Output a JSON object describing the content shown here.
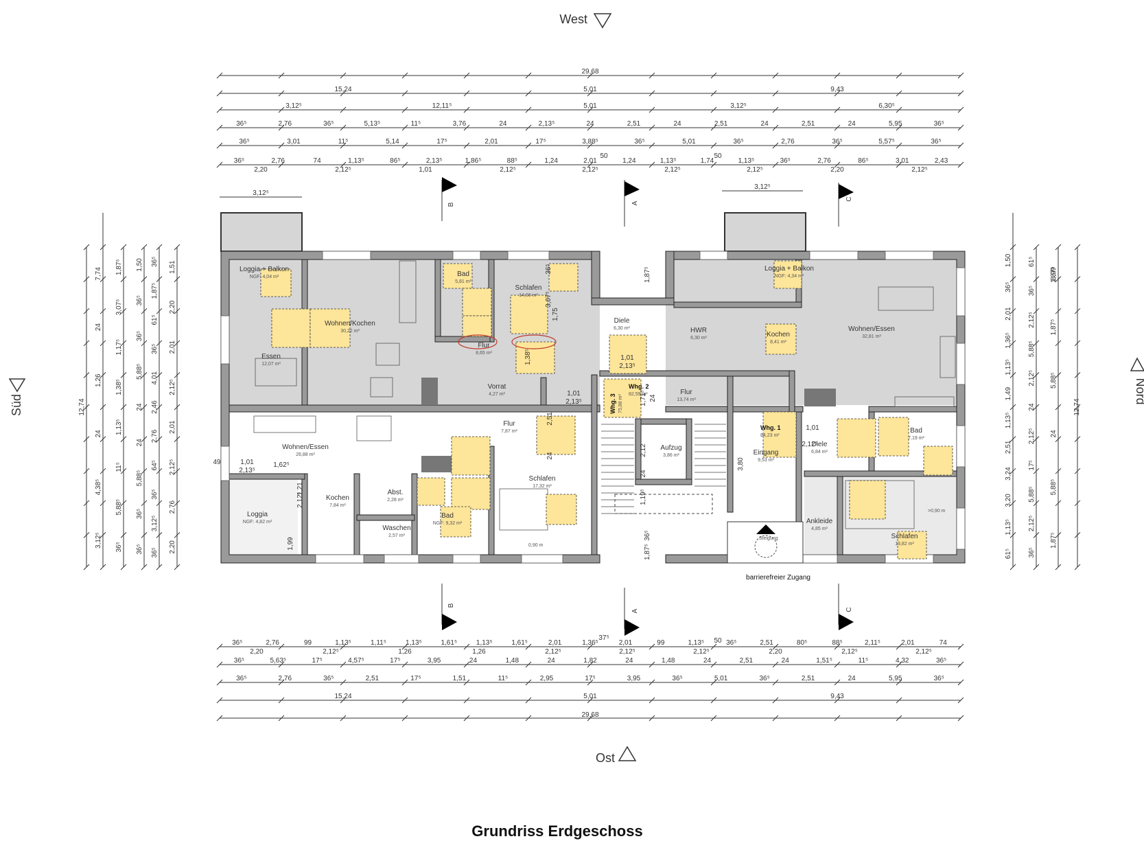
{
  "title": "Grundriss Erdgeschoss",
  "compass": {
    "west": "West",
    "ost": "Ost",
    "sued": "Süd",
    "nord": "Nord"
  },
  "section_marks": [
    "B",
    "A",
    "C"
  ],
  "dims_top": {
    "total": "29,68",
    "row2": [
      "15,24",
      "5,01",
      "9,43"
    ],
    "row3": [
      "3,12⁵",
      "12,11⁵",
      "5,01",
      "3,12⁵",
      "6,30⁵"
    ],
    "row4": [
      "36⁵",
      "2,76",
      "36⁵",
      "5,13⁵",
      "11⁵",
      "3,76",
      "24",
      "2,13⁵",
      "24",
      "2,51",
      "24",
      "2,51",
      "24",
      "2,51",
      "24",
      "5,95",
      "36⁵"
    ],
    "row5": [
      "36⁵",
      "3,01",
      "11⁵",
      "5,14",
      "17⁵",
      "2,01",
      "17⁵",
      "3,88⁵",
      "36⁵",
      "5,01",
      "36⁵",
      "2,76",
      "36⁵",
      "5,57⁵",
      "36⁵"
    ],
    "row6": [
      "36⁵",
      "2,76",
      "74",
      "1,13⁵",
      "86⁵",
      "2,13⁵",
      "1,86⁵",
      "88⁵",
      "1,24",
      "2,01",
      "1,24",
      "1,13⁵",
      "1,74",
      "1,13⁵",
      "36⁵",
      "2,76",
      "86⁵",
      "3,01",
      "2,43"
    ],
    "row6b": [
      "2,20",
      "2,12⁵",
      "1,01",
      "2,12⁵",
      "2,12⁵",
      "2,12⁵",
      "2,12⁵",
      "2,20",
      "2,12⁵"
    ],
    "marks50": [
      "50",
      "50"
    ],
    "loggia_width": "3,12⁵"
  },
  "dims_bottom": {
    "total": "29,68",
    "row2": [
      "15,24",
      "5,01",
      "9,43"
    ],
    "row3": [
      "36⁵",
      "2,76",
      "36⁵",
      "2,51",
      "17⁵",
      "1,51",
      "11⁵",
      "2,95",
      "17⁵",
      "3,95",
      "36⁵",
      "5,01",
      "36⁵",
      "2,51",
      "24",
      "5,95",
      "36⁵"
    ],
    "row4": [
      "36⁵",
      "5,63⁵",
      "17⁵",
      "4,57⁵",
      "17⁵",
      "3,95",
      "24",
      "1,48",
      "24",
      "1,82",
      "24",
      "1,48",
      "24",
      "2,51",
      "24",
      "1,51⁵",
      "11⁵",
      "4,32",
      "36⁵"
    ],
    "row5": [
      "36⁵",
      "2,76",
      "99",
      "1,13⁵",
      "1,11⁵",
      "1,13⁵",
      "1,61⁵",
      "1,13⁵",
      "1,61⁵",
      "2,01",
      "1,36⁵",
      "2,01",
      "99",
      "1,13⁵",
      "36⁵",
      "2,51",
      "80⁵",
      "88⁵",
      "2,11⁵",
      "2,01",
      "74"
    ],
    "row5b": [
      "2,20",
      "2,12⁵",
      "1,26",
      "1,26",
      "2,12⁵",
      "2,12⁵",
      "2,12⁵",
      "2,20",
      "2,12⁵",
      "2,12⁵"
    ],
    "marks": [
      "37⁵",
      "50"
    ]
  },
  "dims_left": {
    "total": "12,74",
    "col2": [
      "7,74",
      "24",
      "1,26",
      "24",
      "4,38⁵",
      "3,12⁵"
    ],
    "col3": [
      "1,87⁵",
      "3,07⁵",
      "1,17⁵",
      "1,38⁵",
      "1,13⁵",
      "11⁵",
      "5,88⁵",
      "36⁵"
    ],
    "col4": [
      "1,50",
      "36⁵",
      "36⁵",
      "5,88⁵",
      "24",
      "24",
      "5,88⁵",
      "36⁵",
      "36⁵"
    ],
    "col5": [
      "36⁵",
      "1,87⁵",
      "61⁵",
      "36⁵",
      "4,01",
      "2,46",
      "2,76",
      "64⁵",
      "36⁵",
      "3,12⁵",
      "36⁵"
    ],
    "col6": [
      "1,51",
      "2,20",
      "2,01",
      "2,12⁵",
      "2,01",
      "2,12⁵",
      "2,76",
      "2,20"
    ]
  },
  "dims_right": {
    "total": "12,74",
    "col2": [
      "8,99",
      "1,87⁵",
      "5,88⁵",
      "24",
      "5,88⁵",
      "1,87⁵"
    ],
    "col3": [
      "1,50",
      "36⁵",
      "2,01",
      "1,36⁵",
      "1,13⁵",
      "1,49",
      "1,13⁵",
      "2,51",
      "3,24",
      "3,20",
      "1,13⁵",
      "61⁵"
    ],
    "col4": [
      "61⁵",
      "36⁵",
      "2,12⁵",
      "5,88⁵",
      "2,12⁵",
      "24",
      "2,12⁵",
      "17⁵",
      "5,88⁵",
      "2,12⁵",
      "36⁵"
    ]
  },
  "rooms": [
    {
      "name": "Loggia + Balkon",
      "area": "NGF: 4,04 m²"
    },
    {
      "name": "Wohnen/Kochen",
      "area": "30,22 m²"
    },
    {
      "name": "Bad",
      "area": "5,81 m²"
    },
    {
      "name": "Schlafen",
      "area": "14,68 m²"
    },
    {
      "name": "Essen",
      "area": "12,07 m²"
    },
    {
      "name": "Flur",
      "area": "8,65 m²"
    },
    {
      "name": "Vorrat",
      "area": "4,27 m²"
    },
    {
      "name": "Diele",
      "area": "6,30 m²"
    },
    {
      "name": "HWR",
      "area": "6,30 m²"
    },
    {
      "name": "Kochen",
      "area": "8,41 m²"
    },
    {
      "name": "Wohnen/Essen",
      "area": "32,81 m²"
    },
    {
      "name": "Loggia + Balkon",
      "area": "NGF: 4,34 m²"
    },
    {
      "name": "Flur",
      "area": "13,74 m²"
    },
    {
      "name": "Wohnen/Essen",
      "area": "26,88 m²"
    },
    {
      "name": "Flur",
      "area": "7,87 m²"
    },
    {
      "name": "Schlafen",
      "area": "17,32 m²"
    },
    {
      "name": "Aufzug",
      "area": "3,86 m²"
    },
    {
      "name": "Eingang",
      "area": "9,53 m²"
    },
    {
      "name": "Diele",
      "area": "6,84 m²"
    },
    {
      "name": "Bad",
      "area": "7,19 m²"
    },
    {
      "name": "Loggia",
      "area": "NGF: 4,82 m²"
    },
    {
      "name": "Kochen",
      "area": "7,84 m²"
    },
    {
      "name": "Abst.",
      "area": "2,28 m²"
    },
    {
      "name": "Bad",
      "area": "NGF: 9,32 m²"
    },
    {
      "name": "Waschen",
      "area": "2,57 m²"
    },
    {
      "name": "Ankleide",
      "area": "4,85 m²"
    },
    {
      "name": "Schlafen",
      "area": "13,82 m²"
    }
  ],
  "units": [
    {
      "tag": "Whg. 3",
      "area": "75,88 m²"
    },
    {
      "tag": "Whg. 2",
      "area": "82,59 m²"
    },
    {
      "tag": "Whg. 1",
      "area": "84,23 m²"
    }
  ],
  "annotations": {
    "entrance": "barrierefreier Zugang",
    "clear1": "0,90 m",
    "clear2": ">0,90 m",
    "stairs": "Steigung",
    "door_dims": [
      "1,01",
      "2,13⁵",
      "1,01",
      "2,13⁵",
      "1,01",
      "2,12⁵",
      "1,62⁵",
      "1,01",
      "2,13⁵"
    ],
    "inner_dims": [
      "49",
      "1,71⁵",
      "24",
      "2,12",
      "24",
      "1,19⁵",
      "3,80",
      "1,99",
      "1,21",
      "2,12⁵",
      "2,51",
      "24",
      "1,38⁵",
      "3,07⁵",
      "36⁵",
      "1,87⁵",
      "36⁵",
      "1,87⁵",
      "1,75",
      "1,87⁵"
    ]
  }
}
